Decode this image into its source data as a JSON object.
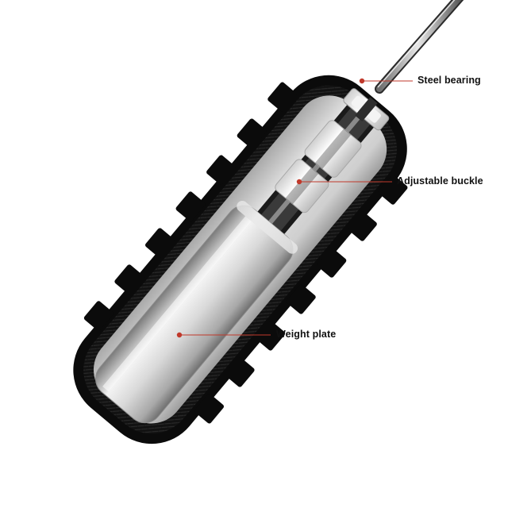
{
  "callouts": [
    {
      "id": "steel-bearing",
      "label": "Steel bearing"
    },
    {
      "id": "adjustable-buckle",
      "label": "Adjustable buckle"
    },
    {
      "id": "weight-plate",
      "label": "Weight plate"
    }
  ],
  "colors": {
    "background": "#ffffff",
    "handle_shell": "#0b0b0b",
    "cutaway_interior": "#d2d2d2",
    "steel": "#bdbdbd",
    "leader_line": "#c0392b",
    "leader_dot": "#c0392b",
    "label_text": "#111111"
  }
}
